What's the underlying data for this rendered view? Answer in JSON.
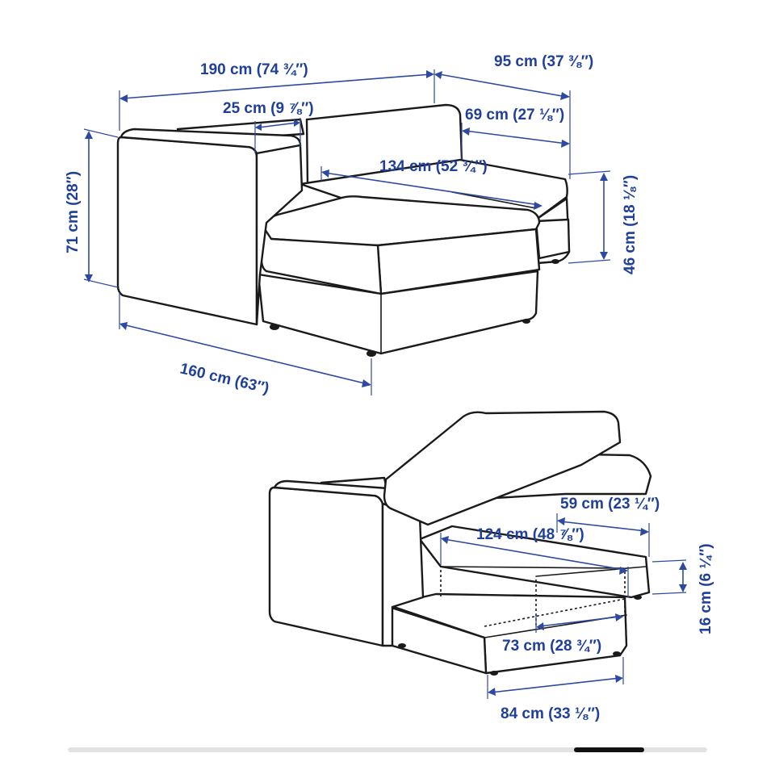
{
  "dimensions": {
    "total_width": "190 cm (74 ¾″)",
    "depth": "95 cm (37 ⅜″)",
    "armrest_width": "25 cm (9 ⅞″)",
    "seat_depth": "69 cm (27 ⅛″)",
    "seat_width": "134 cm (52 ¾″)",
    "height": "71 cm (28″)",
    "seat_height": "46 cm (18 ⅛″)",
    "chaise_length": "160 cm (63″)",
    "storage_depth": "59 cm (23 ¼″)",
    "storage_length": "124 cm (48 ⅞″)",
    "storage_height": "16 cm (6 ¼″)",
    "inner_width": "73 cm (28 ¾″)",
    "outer_width": "84 cm (33 ⅛″)"
  },
  "carousel": {
    "position": 0.89,
    "thumb_fraction": 0.11
  },
  "colors": {
    "dimension_blue": "#1f3f9a",
    "line_black": "#1a1a1a"
  }
}
